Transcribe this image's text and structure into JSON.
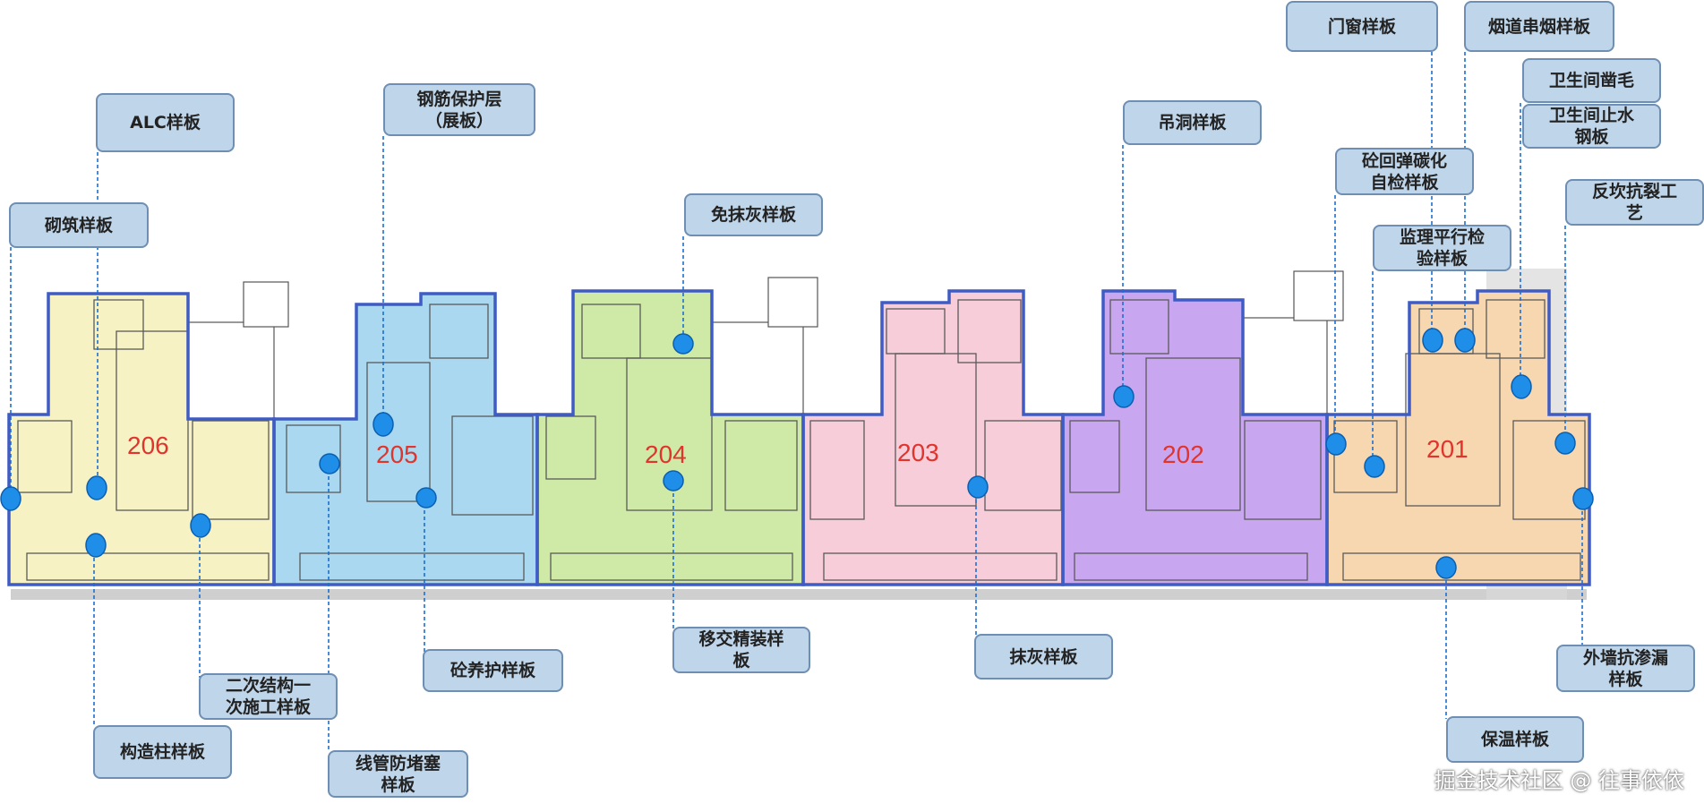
{
  "units": [
    {
      "number": "206",
      "color": "#f7f2c4"
    },
    {
      "number": "205",
      "color": "#a9d8f0"
    },
    {
      "number": "204",
      "color": "#cfe9a6"
    },
    {
      "number": "203",
      "color": "#f6cdd8"
    },
    {
      "number": "202",
      "color": "#c9a6f0"
    },
    {
      "number": "201",
      "color": "#f7d7b0"
    }
  ],
  "callouts": [
    {
      "id": "alc",
      "label": "ALC样板"
    },
    {
      "id": "masonry",
      "label": "砌筑样板"
    },
    {
      "id": "rebar-cover",
      "label": "钢筋保护层\n（展板）"
    },
    {
      "id": "no-plaster",
      "label": "免抹灰样板"
    },
    {
      "id": "hanging-hole",
      "label": "吊洞样板"
    },
    {
      "id": "door-window",
      "label": "门窗样板"
    },
    {
      "id": "flue",
      "label": "烟道串烟样板"
    },
    {
      "id": "toilet-roughen",
      "label": "卫生间凿毛"
    },
    {
      "id": "toilet-waterstop",
      "label": "卫生间止水\n钢板"
    },
    {
      "id": "concrete-rebound",
      "label": "砼回弹碳化\n自检样板"
    },
    {
      "id": "curb-crack",
      "label": "反坎抗裂工\n艺"
    },
    {
      "id": "supervision-parallel",
      "label": "监理平行检\n验样板"
    },
    {
      "id": "concrete-curing",
      "label": "砼养护样板"
    },
    {
      "id": "secondary-structure",
      "label": "二次结构一\n次施工样板"
    },
    {
      "id": "constructional-column",
      "label": "构造柱样板"
    },
    {
      "id": "conduit-plug",
      "label": "线管防堵塞\n样板"
    },
    {
      "id": "handover-finish",
      "label": "移交精装样\n板"
    },
    {
      "id": "plastering",
      "label": "抹灰样板"
    },
    {
      "id": "exterior-wall",
      "label": "外墙抗渗漏\n样板"
    },
    {
      "id": "insulation",
      "label": "保温样板"
    }
  ],
  "watermark": "掘金技术社区 @ 往事依依",
  "colors": {
    "callout_fill": "#bfd5ea",
    "callout_border": "#6e8fb3",
    "outline": "#3f5bc4",
    "marker": "#1e8ee8",
    "leader": "#1e6fd0",
    "unit_number": "#e0342c"
  }
}
